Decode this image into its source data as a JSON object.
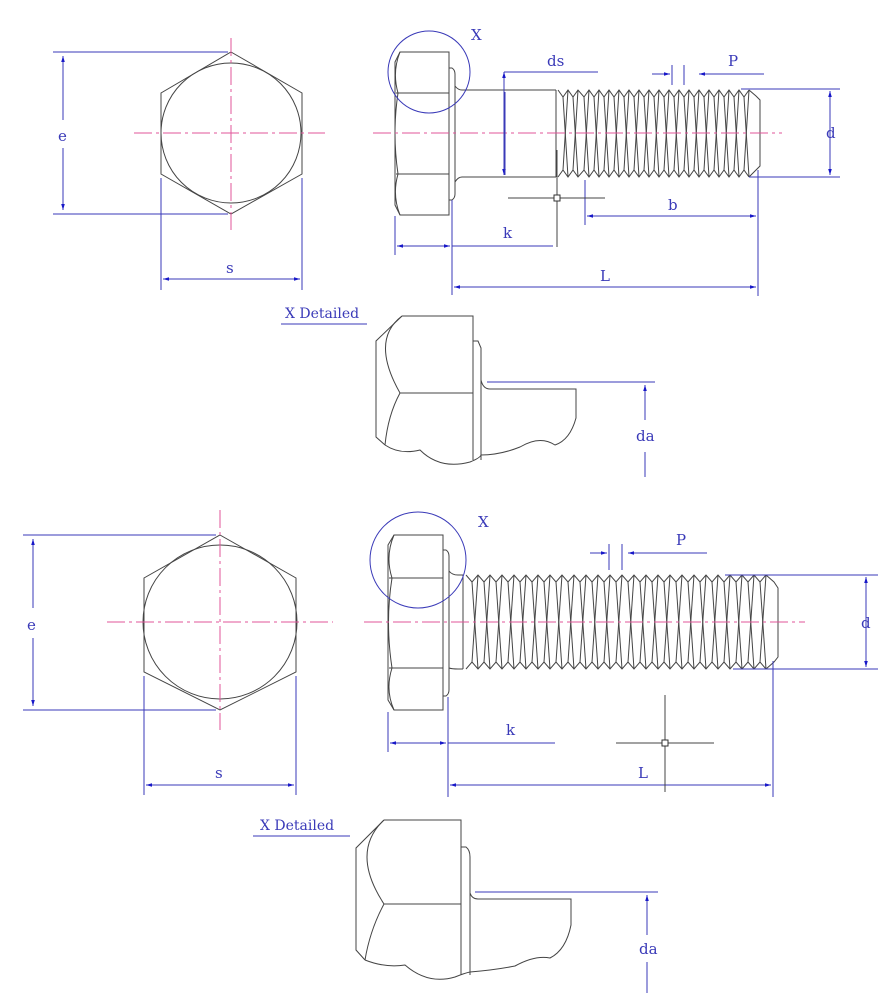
{
  "colors": {
    "dimension": "#3a3ab8",
    "centerline": "#e0559a",
    "object": "#444444",
    "arrow": "#1818c8"
  },
  "drawings": [
    {
      "name": "bolt-partial-thread",
      "labels": {
        "e": "e",
        "s": "s",
        "x": "X",
        "ds": "ds",
        "p": "P",
        "d": "d",
        "b": "b",
        "k": "k",
        "l": "L"
      },
      "detail": {
        "title": "X Detailed",
        "da": "da"
      }
    },
    {
      "name": "bolt-full-thread",
      "labels": {
        "e": "e",
        "s": "s",
        "x": "X",
        "p": "P",
        "d": "d",
        "k": "k",
        "l": "L"
      },
      "detail": {
        "title": "X Detailed",
        "da": "da"
      }
    }
  ]
}
